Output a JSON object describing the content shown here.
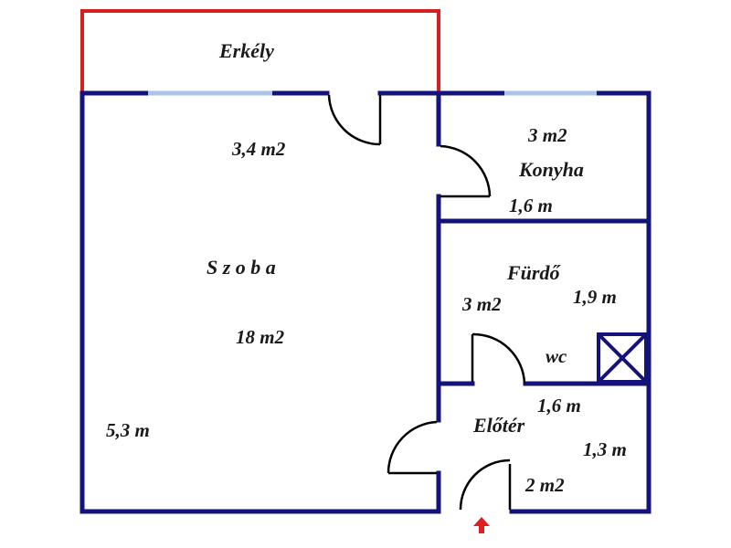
{
  "colors": {
    "wall": "#13137a",
    "balcony_rail": "#d42020",
    "window": "#a9c6e8",
    "door": "#000000",
    "entrance_arrow": "#e02020",
    "text": "#1a1a1a"
  },
  "rooms": {
    "balcony": {
      "name": "Erkély",
      "area": "3,4 m2"
    },
    "room": {
      "name": "S z o b a",
      "area": "18 m2",
      "dim": "5,3 m"
    },
    "kitchen": {
      "name": "Konyha",
      "area": "3 m2",
      "dim": "1,6 m"
    },
    "bathroom": {
      "name": "Fürdő",
      "area": "3 m2",
      "dim": "1,9 m",
      "wc": "wc"
    },
    "hallway": {
      "name": "Előtér",
      "area": "2 m2",
      "dim_w": "1,6 m",
      "dim_h": "1,3 m"
    }
  },
  "icons": {
    "entrance": "entrance-arrow-icon",
    "vent": "ventilation-shaft-icon"
  }
}
